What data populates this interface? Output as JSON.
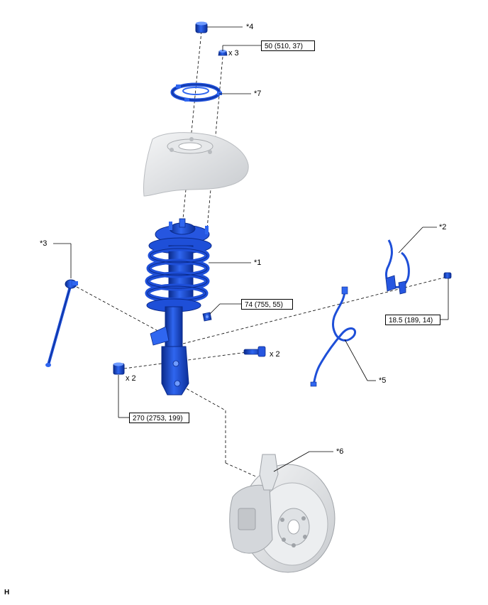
{
  "callouts": {
    "c1": "*1",
    "c2": "*2",
    "c3": "*3",
    "c4": "*4",
    "c5": "*5",
    "c6": "*6",
    "c7": "*7"
  },
  "torques": {
    "upper_nut": "50 (510, 37)",
    "stabilizer_nut": "74 (755, 55)",
    "sensor_bolt": "18.5 (189, 14)",
    "knuckle_bolt": "270 (2753, 199)"
  },
  "quantities": {
    "upper_nuts": "x 3",
    "bolts": "x 2",
    "nuts": "x 2"
  },
  "footer_code": "H",
  "colors": {
    "part_blue": "#1e4fd8",
    "part_dark": "#0a2a8a",
    "part_light": "#6f9bff",
    "reference_gray": "#d6d9dd",
    "line": "#000000"
  }
}
